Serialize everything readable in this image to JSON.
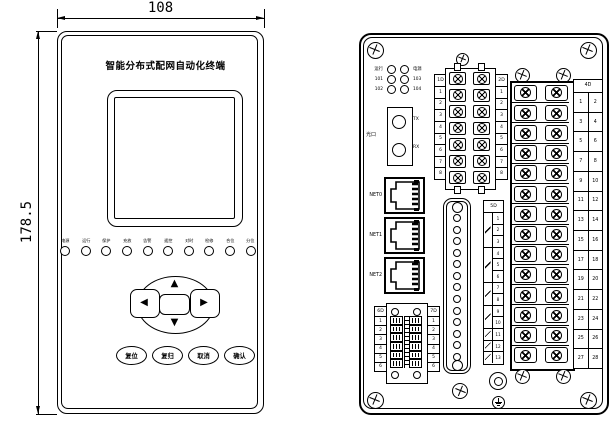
{
  "front": {
    "dim_width": "108",
    "dim_height": "178.5",
    "title": "智能分布式配网自动化终端",
    "led_labels": [
      "电源",
      "运行",
      "保护",
      "充放",
      "告警",
      "遥控",
      "对时",
      "检修",
      "合位",
      "分位"
    ],
    "nav": {
      "up": "▲",
      "down": "▼",
      "left": "◀",
      "right": "▶"
    },
    "keys": [
      "复位",
      "复归",
      "取消",
      "确认"
    ]
  },
  "rear": {
    "led_rows": [
      [
        "运行",
        "电源"
      ],
      [
        "101",
        "103"
      ],
      [
        "102",
        "104"
      ]
    ],
    "optical": {
      "label": "光口",
      "tx": "TX",
      "rx": "RX"
    },
    "eth_ports": [
      "NET0",
      "NET1",
      "NET2"
    ],
    "top_block": {
      "left_header": "1D",
      "right_header": "2D",
      "numbers": [
        "1",
        "2",
        "3",
        "4",
        "5",
        "6",
        "7",
        "8"
      ]
    },
    "bottom_block": {
      "left_header": "6D",
      "right_header": "7D",
      "numbers": [
        "1",
        "2",
        "3",
        "4",
        "5",
        "6"
      ]
    },
    "relay_strip": {
      "header": "5D",
      "numbers": [
        "1",
        "2",
        "3",
        "4",
        "5",
        "6",
        "7",
        "8",
        "9",
        "10",
        "11",
        "12",
        "13"
      ]
    },
    "right_block": {
      "header": "4D",
      "rows": [
        [
          "1",
          "2"
        ],
        [
          "3",
          "4"
        ],
        [
          "5",
          "6"
        ],
        [
          "7",
          "8"
        ],
        [
          "9",
          "10"
        ],
        [
          "11",
          "12"
        ],
        [
          "13",
          "14"
        ],
        [
          "15",
          "16"
        ],
        [
          "17",
          "18"
        ],
        [
          "19",
          "20"
        ],
        [
          "21",
          "22"
        ],
        [
          "23",
          "24"
        ],
        [
          "25",
          "26"
        ],
        [
          "27",
          "28"
        ]
      ]
    }
  }
}
